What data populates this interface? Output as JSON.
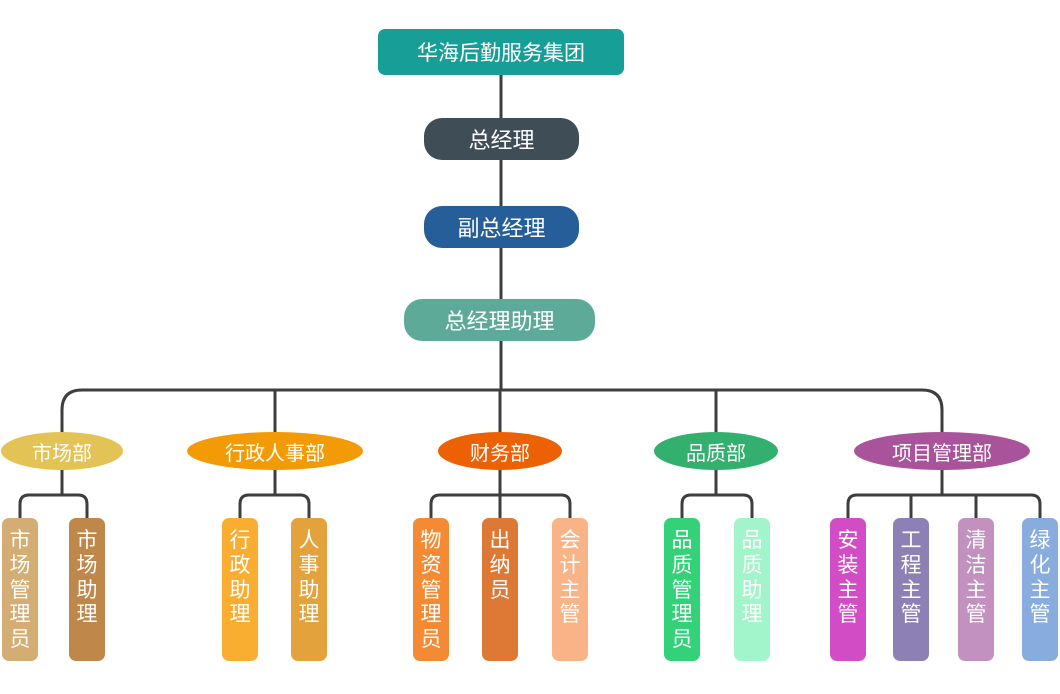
{
  "org": {
    "root": {
      "label": "华海后勤服务集团",
      "color": "#179E97"
    },
    "gm": {
      "label": "总经理",
      "color": "#3F4D57"
    },
    "deputy": {
      "label": "副总经理",
      "color": "#265E99"
    },
    "assistant": {
      "label": "总经理助理",
      "color": "#5EAA99"
    },
    "departments": [
      {
        "label": "市场部",
        "color": "#E3C256",
        "staff": [
          {
            "label": "市场管理员",
            "color": "#D3AD73"
          },
          {
            "label": "市场助理",
            "color": "#BF884A"
          }
        ]
      },
      {
        "label": "行政人事部",
        "color": "#F39B07",
        "staff": [
          {
            "label": "行政助理",
            "color": "#F9AE32"
          },
          {
            "label": "人事助理",
            "color": "#E3A23B"
          }
        ]
      },
      {
        "label": "财务部",
        "color": "#EB6103",
        "staff": [
          {
            "label": "物资管理员",
            "color": "#F58A35"
          },
          {
            "label": "出纳员",
            "color": "#DE7835"
          },
          {
            "label": "会计主管",
            "color": "#F8B487"
          }
        ]
      },
      {
        "label": "品质部",
        "color": "#33B06E",
        "staff": [
          {
            "label": "品质管理员",
            "color": "#33D178"
          },
          {
            "label": "品质助理",
            "color": "#A2F4CA"
          }
        ]
      },
      {
        "label": "项目管理部",
        "color": "#A8539A",
        "staff": [
          {
            "label": "安装主管",
            "color": "#D24DC5"
          },
          {
            "label": "工程主管",
            "color": "#8D80B5"
          },
          {
            "label": "清洁主管",
            "color": "#C291C0"
          },
          {
            "label": "绿化主管",
            "color": "#89ACDE"
          }
        ]
      }
    ],
    "line_color": "#3E3E3E"
  }
}
